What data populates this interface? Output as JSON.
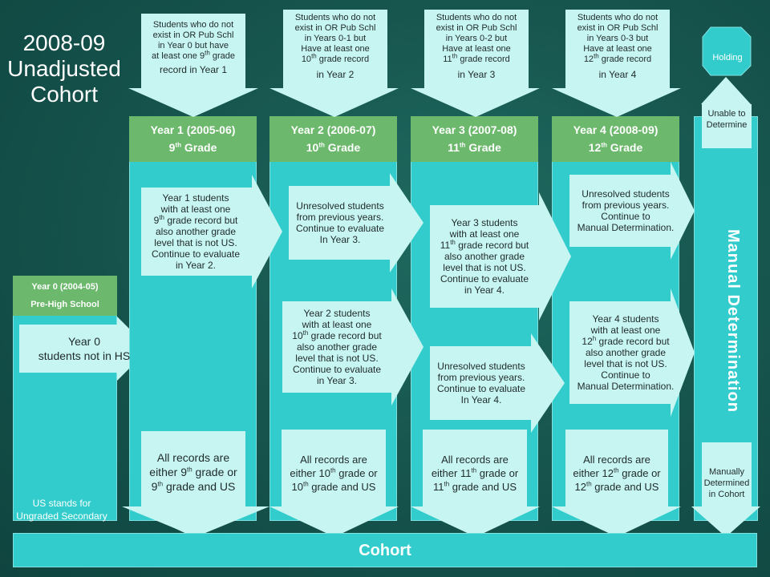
{
  "title": {
    "line1": "2008-09",
    "line2": "Unadjusted",
    "line3": "Cohort"
  },
  "year0": {
    "header_line1": "Year 0 (2004-05)",
    "header_line2": "Pre-High School",
    "box_line1": "Year 0",
    "box_line2": "students not in HS"
  },
  "columns": [
    {
      "header_line1": "Year 1 (2005-06)",
      "grade_num": "9",
      "grade_sup": "th",
      "grade_word": "Grade",
      "top_note": [
        "Students who do not",
        "exist in OR Pub Schl",
        "in Year 0 but have",
        "at least one 9",
        "th",
        " grade",
        "record in Year 1"
      ],
      "arrow1": [
        "Year 1 students",
        "with at least one",
        "9",
        "th",
        " grade record but",
        "also another grade",
        "level that is not US.",
        "Continue to evaluate",
        "in Year 2."
      ],
      "bottom": [
        "All records are",
        "either 9",
        "th",
        " grade or",
        "9",
        "th",
        " grade and US"
      ]
    },
    {
      "header_line1": "Year 2 (2006-07)",
      "grade_num": "10",
      "grade_sup": "th",
      "grade_word": "Grade",
      "top_note": [
        "Students who do not",
        "exist in OR Pub Schl",
        "in Years 0-1 but",
        "Have at least one",
        "10",
        "th",
        " grade record",
        "in Year 2"
      ],
      "arrow1": [
        "Unresolved students",
        "from previous years.",
        "Continue to evaluate",
        "In Year 3."
      ],
      "arrow2": [
        "Year 2 students",
        "with at least one",
        "10",
        "th",
        " grade record but",
        "also another grade",
        "level that is not US.",
        "Continue to evaluate",
        "in Year 3."
      ],
      "bottom": [
        "All records are",
        "either 10",
        "th",
        " grade or",
        "10",
        "th",
        " grade and US"
      ]
    },
    {
      "header_line1": "Year 3 (2007-08)",
      "grade_num": "11",
      "grade_sup": "th",
      "grade_word": "Grade",
      "top_note": [
        "Students who do not",
        "exist in OR Pub Schl",
        "in Years 0-2 but",
        "Have at least one",
        "11",
        "th",
        " grade record",
        "in Year 3"
      ],
      "arrow1": [
        "Year 3 students",
        "with at least one",
        "11",
        "th",
        " grade record but",
        "also another grade",
        "level that is not US.",
        "Continue to evaluate",
        "in Year 4."
      ],
      "arrow2": [
        "Unresolved students",
        "from previous years.",
        "Continue to evaluate",
        "In Year 4."
      ],
      "bottom": [
        "All records are",
        "either 11",
        "th",
        " grade or",
        "11",
        "th",
        " grade and US"
      ]
    },
    {
      "header_line1": "Year 4 (2008-09)",
      "grade_num": "12",
      "grade_sup": "th",
      "grade_word": "Grade",
      "top_note": [
        "Students who do not",
        "exist in OR Pub Schl",
        "in Years 0-3 but",
        "Have at least one",
        "12",
        "th",
        " grade record",
        "in Year 4"
      ],
      "arrow1": [
        "Unresolved students",
        "from previous years.",
        "Continue to",
        "Manual Determination."
      ],
      "arrow2": [
        "Year 4 students",
        "with at least one",
        "12",
        "h",
        " grade record but",
        "also another grade",
        "level that is not US.",
        "Continue to",
        "Manual Determination."
      ],
      "bottom": [
        "All records are",
        "either 12",
        "th",
        " grade or",
        "12",
        "th",
        " grade and US"
      ]
    }
  ],
  "manual": {
    "label": "Manual Determination",
    "holding": "Holding",
    "unable": [
      "Unable to",
      "Determine"
    ],
    "determined": [
      "Manually",
      "Determined",
      "in Cohort"
    ]
  },
  "us_note": [
    "US stands for",
    "Ungraded Secondary"
  ],
  "footer": "Cohort",
  "colors": {
    "background": "#17564f",
    "column": "#33cccc",
    "header": "#6cb86c",
    "box": "#c7f5f2",
    "holding": "#33cccc"
  }
}
